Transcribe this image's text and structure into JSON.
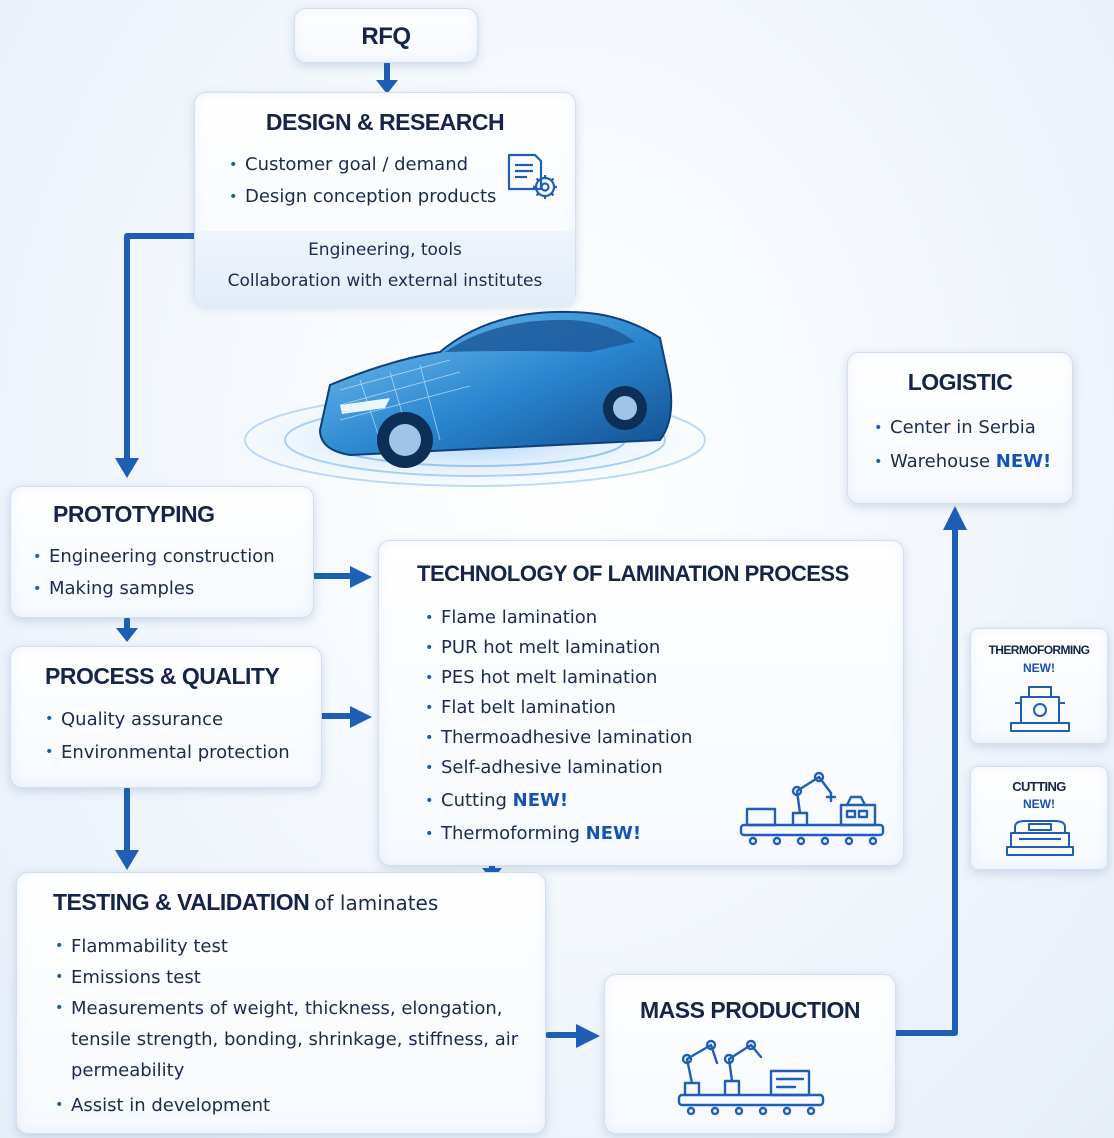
{
  "rfq": {
    "title": "RFQ"
  },
  "design": {
    "title": "DESIGN & RESEARCH",
    "items": [
      "Customer goal / demand",
      "Design conception products"
    ],
    "extra": [
      "Engineering, tools",
      "Collaboration with external institutes"
    ],
    "icon": "document-gear-icon"
  },
  "prototyping": {
    "title": "PROTOTYPING",
    "items": [
      "Engineering construction",
      "Making samples"
    ]
  },
  "process": {
    "title": "PROCESS & QUALITY",
    "items": [
      "Quality assurance",
      "Environmental protection"
    ]
  },
  "technology": {
    "title": "TECHNOLOGY OF LAMINATION PROCESS",
    "items": [
      "Flame lamination",
      "PUR hot melt lamination",
      "PES hot melt lamination",
      "Flat belt lamination",
      "Thermoadhesive lamination",
      "Self-adhesive lamination"
    ],
    "cutting": {
      "label": "Cutting",
      "badge": "NEW!"
    },
    "thermoforming": {
      "label": "Thermoforming",
      "badge": "NEW!"
    },
    "icon": "robot-arm-production-icon"
  },
  "testing": {
    "title": "TESTING & VALIDATION",
    "subtitle": "of laminates",
    "items": [
      "Flammability test",
      "Emissions test",
      "Assist in development"
    ],
    "measurements": [
      "Measurements of weight, thickness, elongation,",
      "tensile strength, bonding, shrinkage, stiffness, air",
      "permeability"
    ]
  },
  "mass": {
    "title": "MASS PRODUCTION",
    "icon": "robot-arm-conveyor-icon"
  },
  "logistic": {
    "title": "LOGISTIC",
    "items": [
      "Center in Serbia"
    ],
    "warehouse": {
      "label": "Warehouse",
      "badge": "NEW!"
    }
  },
  "thermo_card": {
    "title": "THERMOFORMING",
    "badge": "NEW!",
    "icon": "thermoforming-machine-icon"
  },
  "cutting_card": {
    "title": "CUTTING",
    "badge": "NEW!",
    "icon": "cutting-machine-icon"
  },
  "car": {
    "icon": "sports-car-icon"
  },
  "colors": {
    "arrow": "#1e5fb5",
    "title": "#16244a",
    "badge": "#1553b0"
  }
}
